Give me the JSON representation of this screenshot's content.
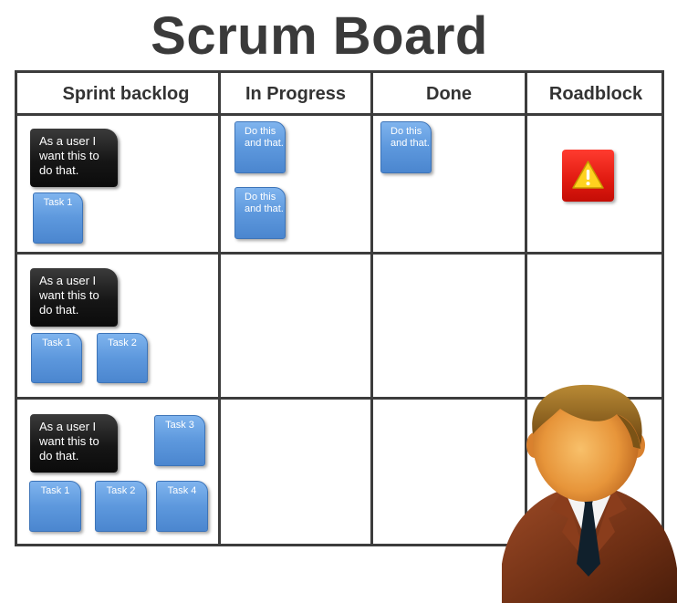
{
  "title": "Scrum Board",
  "columns": [
    "Sprint backlog",
    "In Progress",
    "Done",
    "Roadblock"
  ],
  "story_text": "As a user I want this to do that.",
  "note_text": "Do this and that.",
  "tasks": {
    "task1": "Task 1",
    "task2": "Task 2",
    "task3": "Task 3",
    "task4": "Task 4"
  },
  "icons": {
    "roadblock": "warning-icon",
    "person": "user-avatar-icon"
  },
  "colors": {
    "story_card": "#111111",
    "task_card": "#5d98dd",
    "warning": "#e01a10",
    "grid": "#3c3c3c",
    "title": "#3a3a3a"
  }
}
